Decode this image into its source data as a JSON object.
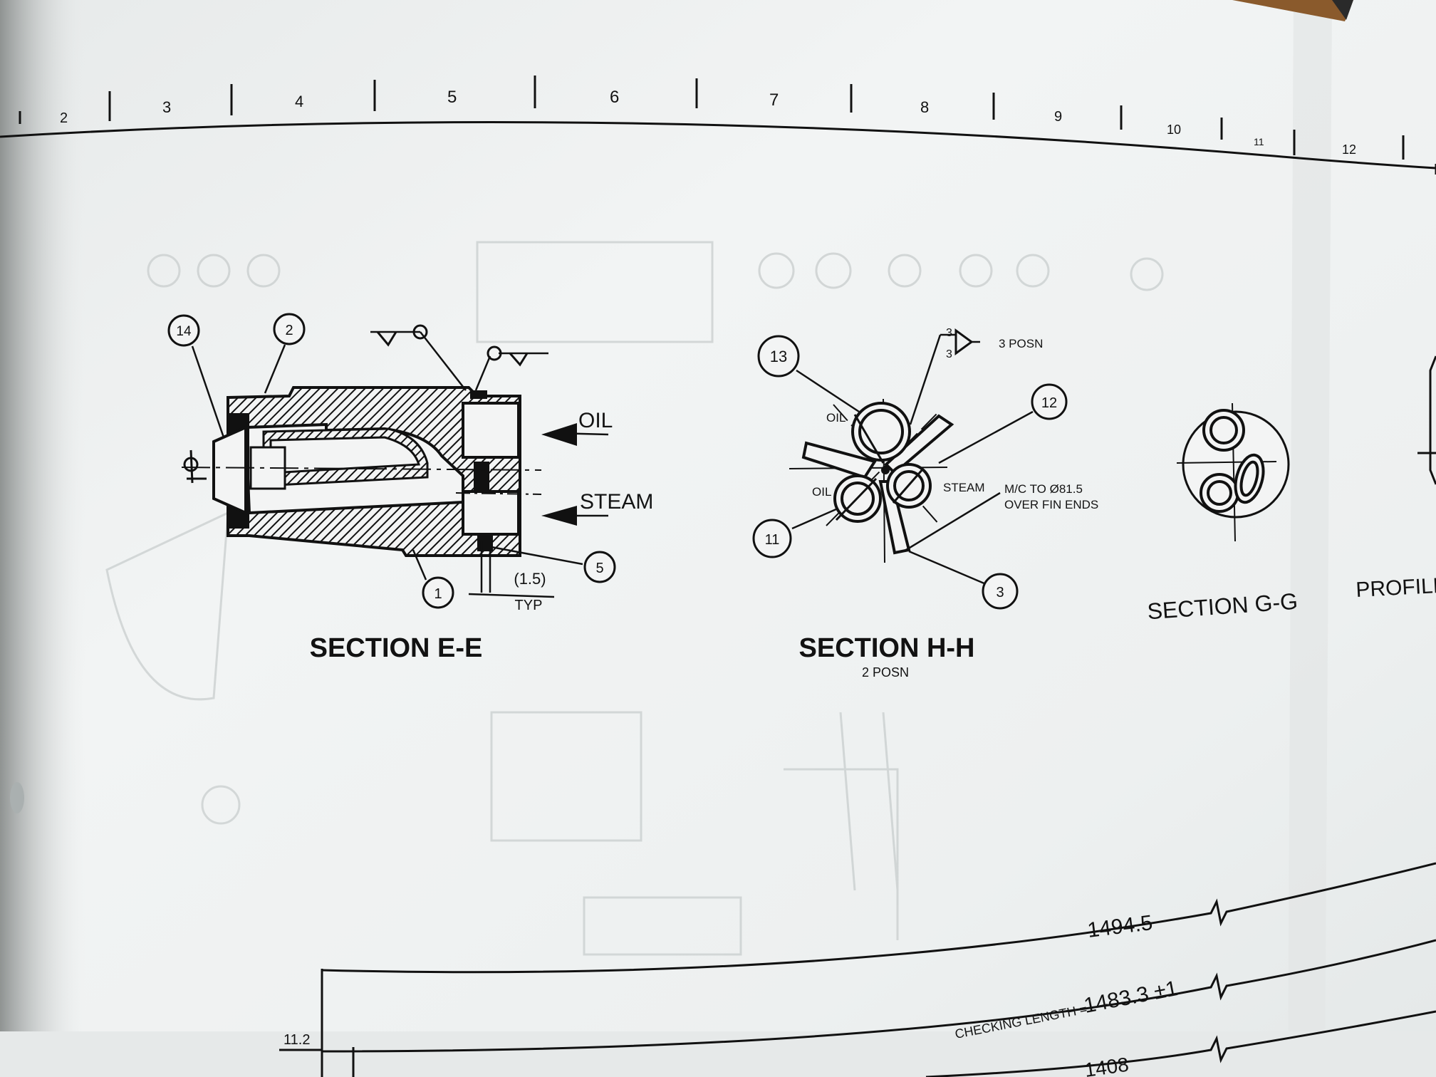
{
  "ruler": {
    "numbers": [
      "2",
      "3",
      "4",
      "5",
      "6",
      "7",
      "8",
      "9",
      "10",
      "11",
      "12"
    ]
  },
  "section_ee": {
    "title": "SECTION E-E",
    "oil_label": "OIL",
    "steam_label": "STEAM",
    "dimension": "(1.5)",
    "dimension_note": "TYP",
    "balloons": [
      "14",
      "2",
      "1",
      "5"
    ]
  },
  "section_hh": {
    "title": "SECTION H-H",
    "subtitle": "2 POSN",
    "oil_top": "OIL",
    "oil_left": "OIL",
    "steam": "STEAM",
    "weld_top": "3",
    "weld_bottom": "3",
    "weld_note": "3 POSN",
    "machining_note_1": "M/C TO Ø81.5",
    "machining_note_2": "OVER FIN ENDS",
    "balloons": [
      "13",
      "12",
      "11",
      "3"
    ]
  },
  "section_gg": {
    "title": "SECTION G-G"
  },
  "profile": {
    "title": "PROFILE C"
  },
  "dimensions": {
    "overall": "1494.5",
    "checking_label": "CHECKING LENGTH =",
    "checking_value": "1483.3 ±1",
    "lower": "1408",
    "left_value": "11.2"
  },
  "colors": {
    "paper": "#f0f2f2",
    "ink": "#111111",
    "background": "#7d807f"
  }
}
